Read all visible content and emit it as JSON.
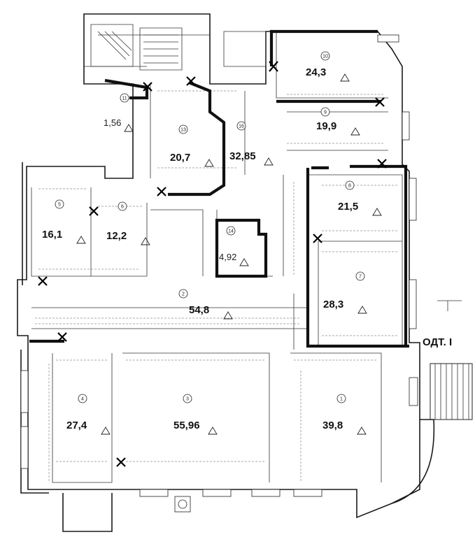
{
  "rooms": [
    {
      "num": "10",
      "area": "24,3"
    },
    {
      "num": "11",
      "area": "1,56"
    },
    {
      "num": "9",
      "area": "19,9"
    },
    {
      "num": "13",
      "area": "20,7"
    },
    {
      "num": "16",
      "area": "32,85"
    },
    {
      "num": "8",
      "area": "21,5"
    },
    {
      "num": "5",
      "area": "16,1"
    },
    {
      "num": "6",
      "area": "12,2"
    },
    {
      "num": "14",
      "area": "4,92"
    },
    {
      "num": "7",
      "area": "28,3"
    },
    {
      "num": "2",
      "area": "54,8"
    },
    {
      "num": "4",
      "area": "27,4"
    },
    {
      "num": "3",
      "area": "55,96"
    },
    {
      "num": "1",
      "area": "39,8"
    }
  ],
  "labels": {
    "odt": "ОДТ. I"
  }
}
